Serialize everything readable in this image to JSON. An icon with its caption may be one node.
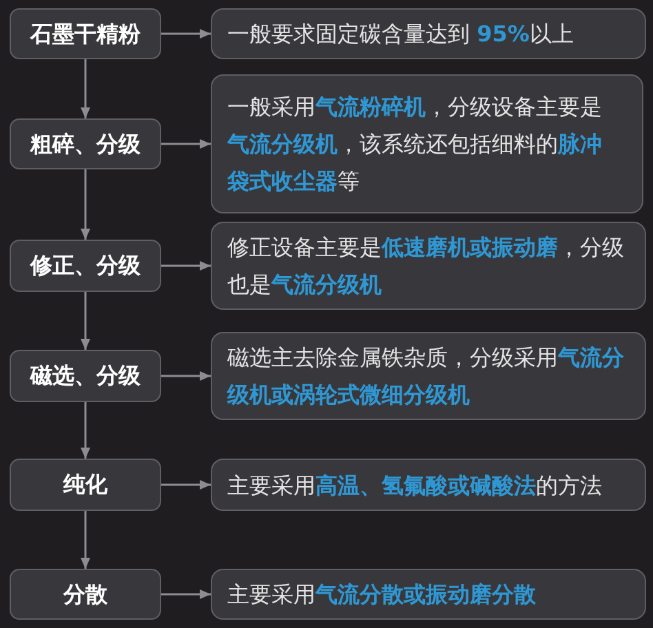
{
  "diagram": {
    "nodes": [
      {
        "text": [
          "石墨干精粉"
        ]
      },
      {
        "text": [
          "一般要求固定碳含量达到 **95%**以上"
        ]
      },
      {
        "text": [
          "粗碎、分级"
        ]
      },
      {
        "text": [
          "一般采用**气流粉碎机**，分级设备主要是**气流分级机**，该系统还包括细料的**脉冲袋式收尘器**等"
        ]
      },
      {
        "text": [
          "修正、分级"
        ]
      },
      {
        "text": [
          "修正设备主要是**低速磨机或振动磨**，分级也是**气流分级机**"
        ]
      },
      {
        "text": [
          "磁选、分级"
        ]
      },
      {
        "text": [
          "磁选主去除金属铁杂质，分级采用**气流分级机或涡轮式微细分级机**"
        ]
      },
      {
        "text": [
          "纯化"
        ]
      },
      {
        "text": [
          "主要采用**高温、氢氟酸或碱酸法**的方法"
        ]
      },
      {
        "text": [
          "分散"
        ]
      },
      {
        "text": [
          "主要采用**气流分散或振动磨分散**"
        ]
      }
    ],
    "edges": [
      {
        "from": 0,
        "to": 1,
        "arrow": "to"
      },
      {
        "from": 0,
        "to": 2,
        "arrow": "to"
      },
      {
        "from": 2,
        "to": 3,
        "arrow": "to"
      },
      {
        "from": 2,
        "to": 4,
        "arrow": "to"
      },
      {
        "from": 4,
        "to": 5,
        "arrow": "to"
      },
      {
        "from": 4,
        "to": 6,
        "arrow": "to"
      },
      {
        "from": 6,
        "to": 7,
        "arrow": "to"
      },
      {
        "from": 6,
        "to": 8,
        "arrow": "to"
      },
      {
        "from": 8,
        "to": 9,
        "arrow": "to"
      },
      {
        "from": 8,
        "to": 10,
        "arrow": "to"
      },
      {
        "from": 10,
        "to": 11,
        "arrow": "to"
      }
    ]
  }
}
